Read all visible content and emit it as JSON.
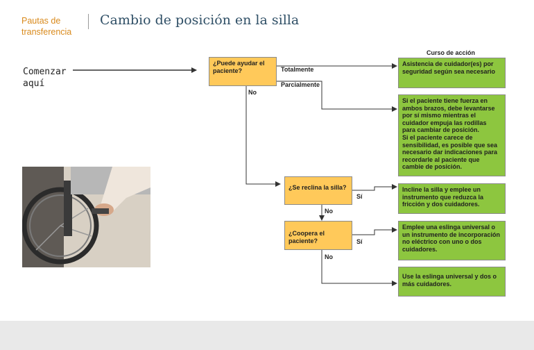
{
  "header": {
    "section_label": "Pautas de\ntransferencia",
    "title": "Cambio de posición en la silla"
  },
  "start_label": "Comenzar\naquí",
  "flow": {
    "heading": "Curso de acción",
    "q1": "¿Puede ayudar el paciente?",
    "q2": "¿Se reclina la silla?",
    "q3": "¿Coopera el paciente?",
    "edge_totalmente": "Totalmente",
    "edge_parcialmente": "Parcialmente",
    "edge_no1": "No",
    "edge_si1": "Sí",
    "edge_no2": "No",
    "edge_si2": "Sí",
    "edge_no3": "No",
    "a1": "Asistencia de cuidador(es) por seguridad según sea necesario",
    "a2_p1": "Si el paciente tiene fuerza en ambos brazos, debe levantarse por sí mismo mientras el cuidador empuja las rodillas para cambiar de posición.",
    "a2_p2": "Si el paciente carece de sensibilidad, es posible que sea necesario dar indicaciones para recordarle al paciente que cambie de posición.",
    "a3": "Incline la silla y emplee un instrumento que reduzca la fricción y dos cuidadores.",
    "a4": "Emplee una eslinga universal o un instrumento de incorporación no eléctrico con uno o dos cuidadores.",
    "a5": "Use la eslinga universal y dos o más cuidadores."
  },
  "colors": {
    "question_fill": "#ffc95a",
    "action_fill": "#8dc63f",
    "title_color": "#2f4f66",
    "section_color": "#d98a1c"
  }
}
